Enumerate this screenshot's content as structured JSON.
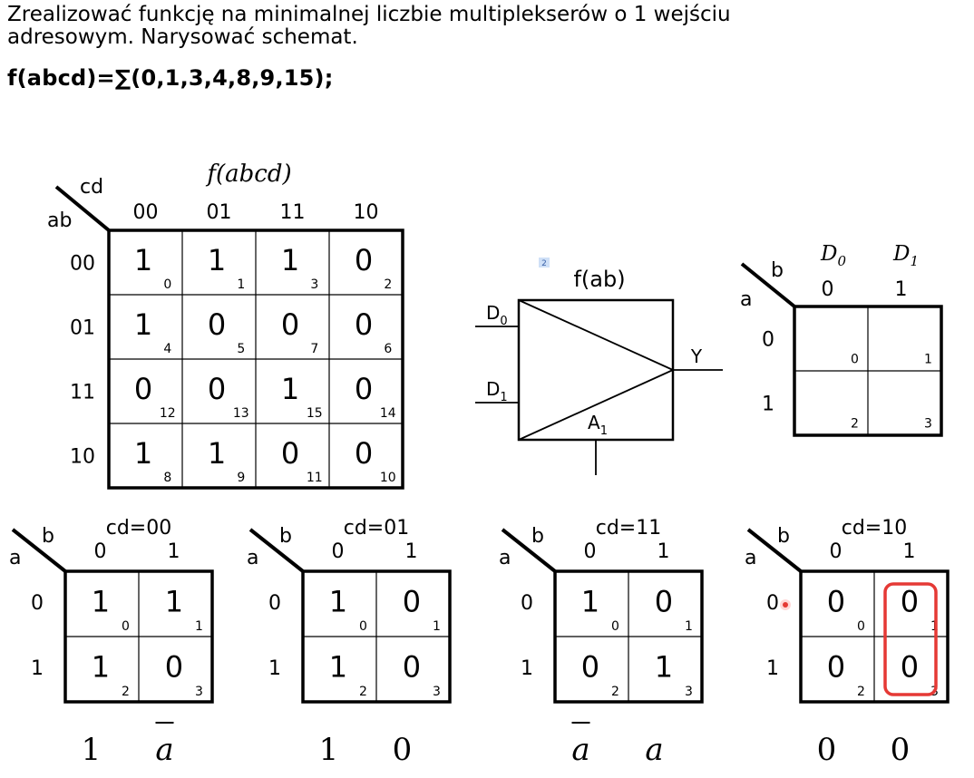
{
  "task": {
    "line1": "Zrealizować funkcję na minimalnej liczbie multiplekserów o 1 wejściu",
    "line2": "adresowym. Narysować schemat.",
    "formula": "f(abcd)=∑(0,1,3,4,8,9,15);"
  },
  "kmap4": {
    "title": "f(abcd)",
    "col_var": "cd",
    "row_var": "ab",
    "col_headers": [
      "00",
      "01",
      "11",
      "10"
    ],
    "row_headers": [
      "00",
      "01",
      "11",
      "10"
    ],
    "values": [
      [
        "1",
        "1",
        "1",
        "0"
      ],
      [
        "1",
        "0",
        "0",
        "0"
      ],
      [
        "0",
        "0",
        "1",
        "0"
      ],
      [
        "1",
        "1",
        "0",
        "0"
      ]
    ],
    "indices": [
      [
        "0",
        "1",
        "3",
        "2"
      ],
      [
        "4",
        "5",
        "7",
        "6"
      ],
      [
        "12",
        "13",
        "15",
        "14"
      ],
      [
        "8",
        "9",
        "11",
        "10"
      ]
    ]
  },
  "mux": {
    "title": "f(ab)",
    "badge": "2",
    "in0": "D",
    "in0_sub": "0",
    "in1": "D",
    "in1_sub": "1",
    "addr": "A",
    "addr_sub": "1",
    "out": "Y"
  },
  "kmap2_template": {
    "col_var": "b",
    "row_var": "a",
    "d0": "D",
    "d0_sub": "0",
    "d1": "D",
    "d1_sub": "1",
    "col_headers": [
      "0",
      "1"
    ],
    "row_headers": [
      "0",
      "1"
    ],
    "indices": [
      "0",
      "1",
      "2",
      "3"
    ]
  },
  "small_maps": [
    {
      "title": "cd=00",
      "col_var": "b",
      "row_var": "a",
      "col_headers": [
        "0",
        "1"
      ],
      "row_headers": [
        "0",
        "1"
      ],
      "values": [
        "1",
        "1",
        "1",
        "0"
      ],
      "indices": [
        "0",
        "1",
        "2",
        "3"
      ],
      "results": [
        "1",
        "a"
      ],
      "results_bar": [
        false,
        true
      ]
    },
    {
      "title": "cd=01",
      "col_var": "b",
      "row_var": "a",
      "col_headers": [
        "0",
        "1"
      ],
      "row_headers": [
        "0",
        "1"
      ],
      "values": [
        "1",
        "0",
        "1",
        "0"
      ],
      "indices": [
        "0",
        "1",
        "2",
        "3"
      ],
      "results": [
        "1",
        "0"
      ],
      "results_bar": [
        false,
        false
      ]
    },
    {
      "title": "cd=11",
      "col_var": "b",
      "row_var": "a",
      "col_headers": [
        "0",
        "1"
      ],
      "row_headers": [
        "0",
        "1"
      ],
      "values": [
        "1",
        "0",
        "0",
        "1"
      ],
      "indices": [
        "0",
        "1",
        "2",
        "3"
      ],
      "results": [
        "a",
        "a"
      ],
      "results_bar": [
        true,
        false
      ]
    },
    {
      "title": "cd=10",
      "col_var": "b",
      "row_var": "a",
      "col_headers": [
        "0",
        "1"
      ],
      "row_headers": [
        "0",
        "1"
      ],
      "values": [
        "0",
        "0",
        "0",
        "0"
      ],
      "indices": [
        "0",
        "1",
        "2",
        "3"
      ],
      "results": [
        "0",
        "0"
      ],
      "results_bar": [
        false,
        false
      ]
    }
  ],
  "colors": {
    "highlight": "#e53935",
    "badge_bg": "#cfe0f7",
    "badge_fg": "#3b63a8"
  }
}
